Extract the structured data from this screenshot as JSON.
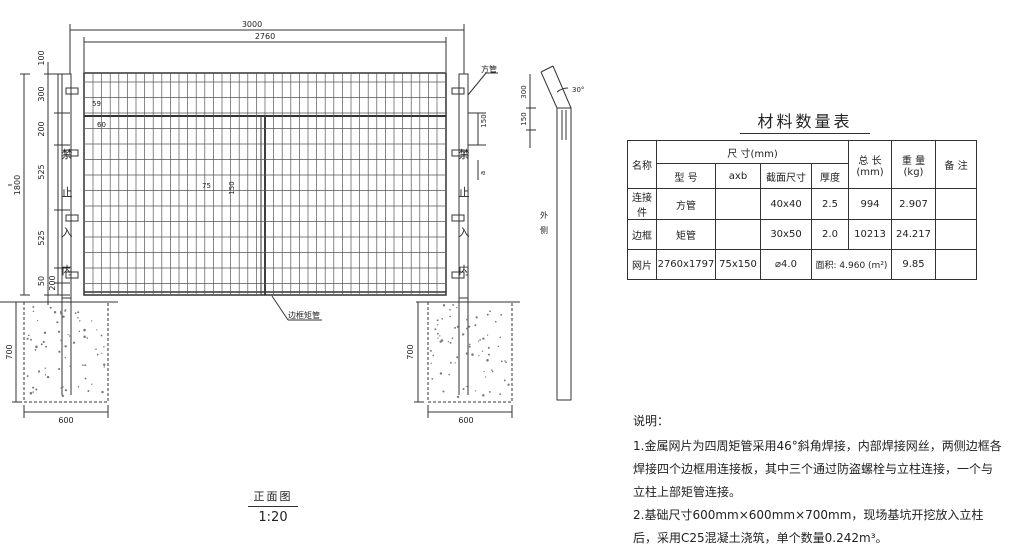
{
  "front_view": {
    "dims": {
      "overall": "3000",
      "panel": "2760",
      "top_offset": "100",
      "post_top": "300",
      "rail_gap": "200",
      "upper_span": "525",
      "total_height": "1800",
      "lower_span": "525",
      "bottom_offset": "50",
      "bottom_rail": "200",
      "small_a": "59",
      "small_b": "60",
      "mesh_w": "75",
      "mesh_h": "150",
      "right_150": "150",
      "right_a": "a",
      "foundation_depth_left": "700",
      "foundation_width_left": "600",
      "foundation_depth_right": "700",
      "foundation_width_right": "600"
    },
    "labels": {
      "square_tube": "方管",
      "edge_tube": "边框矩管",
      "warning_left": [
        "禁",
        "止",
        "入",
        "内"
      ],
      "warning_right": [
        "禁",
        "止",
        "入",
        "内"
      ]
    },
    "title": "正面图",
    "scale": "1:20"
  },
  "side_view": {
    "dims": {
      "top": "300",
      "mid": "150",
      "angle": "30°"
    },
    "label": [
      "外",
      "侧"
    ]
  },
  "material_table": {
    "title": "材料数量表",
    "headers": {
      "name": "名称",
      "size": "尺    寸(mm)",
      "type": "型  号",
      "axb": "axb",
      "section": "截面尺寸",
      "thickness": "厚度",
      "length": "总 长",
      "length_unit": "(mm)",
      "weight": "重  量",
      "weight_unit": "(kg)",
      "remark": "备 注"
    },
    "rows": [
      {
        "name": "连接件",
        "type": "方管",
        "axb": "",
        "section": "40x40",
        "thickness": "2.5",
        "length": "994",
        "weight": "2.907",
        "remark": ""
      },
      {
        "name": "边框",
        "type": "矩管",
        "axb": "",
        "section": "30x50",
        "thickness": "2.0",
        "length": "10213",
        "weight": "24.217",
        "remark": ""
      },
      {
        "name": "网片",
        "type": "2760x1797",
        "axb": "75x150",
        "section": "⌀4.0",
        "area": "面积: 4.960 (m²)",
        "weight": "9.85",
        "remark": ""
      }
    ]
  },
  "notes": {
    "heading": "说明：",
    "item1": "1.金属网片为四周矩管采用46°斜角焊接，内部焊接网丝，两侧边框各焊接四个边框用连接板，其中三个通过防盗螺栓与立柱连接，一个与立柱上部矩管连接。",
    "item2": "2.基础尺寸600mm×600mm×700mm，现场基坑开挖放入立柱后，采用C25混凝土浇筑，单个数量0.242m³。"
  }
}
